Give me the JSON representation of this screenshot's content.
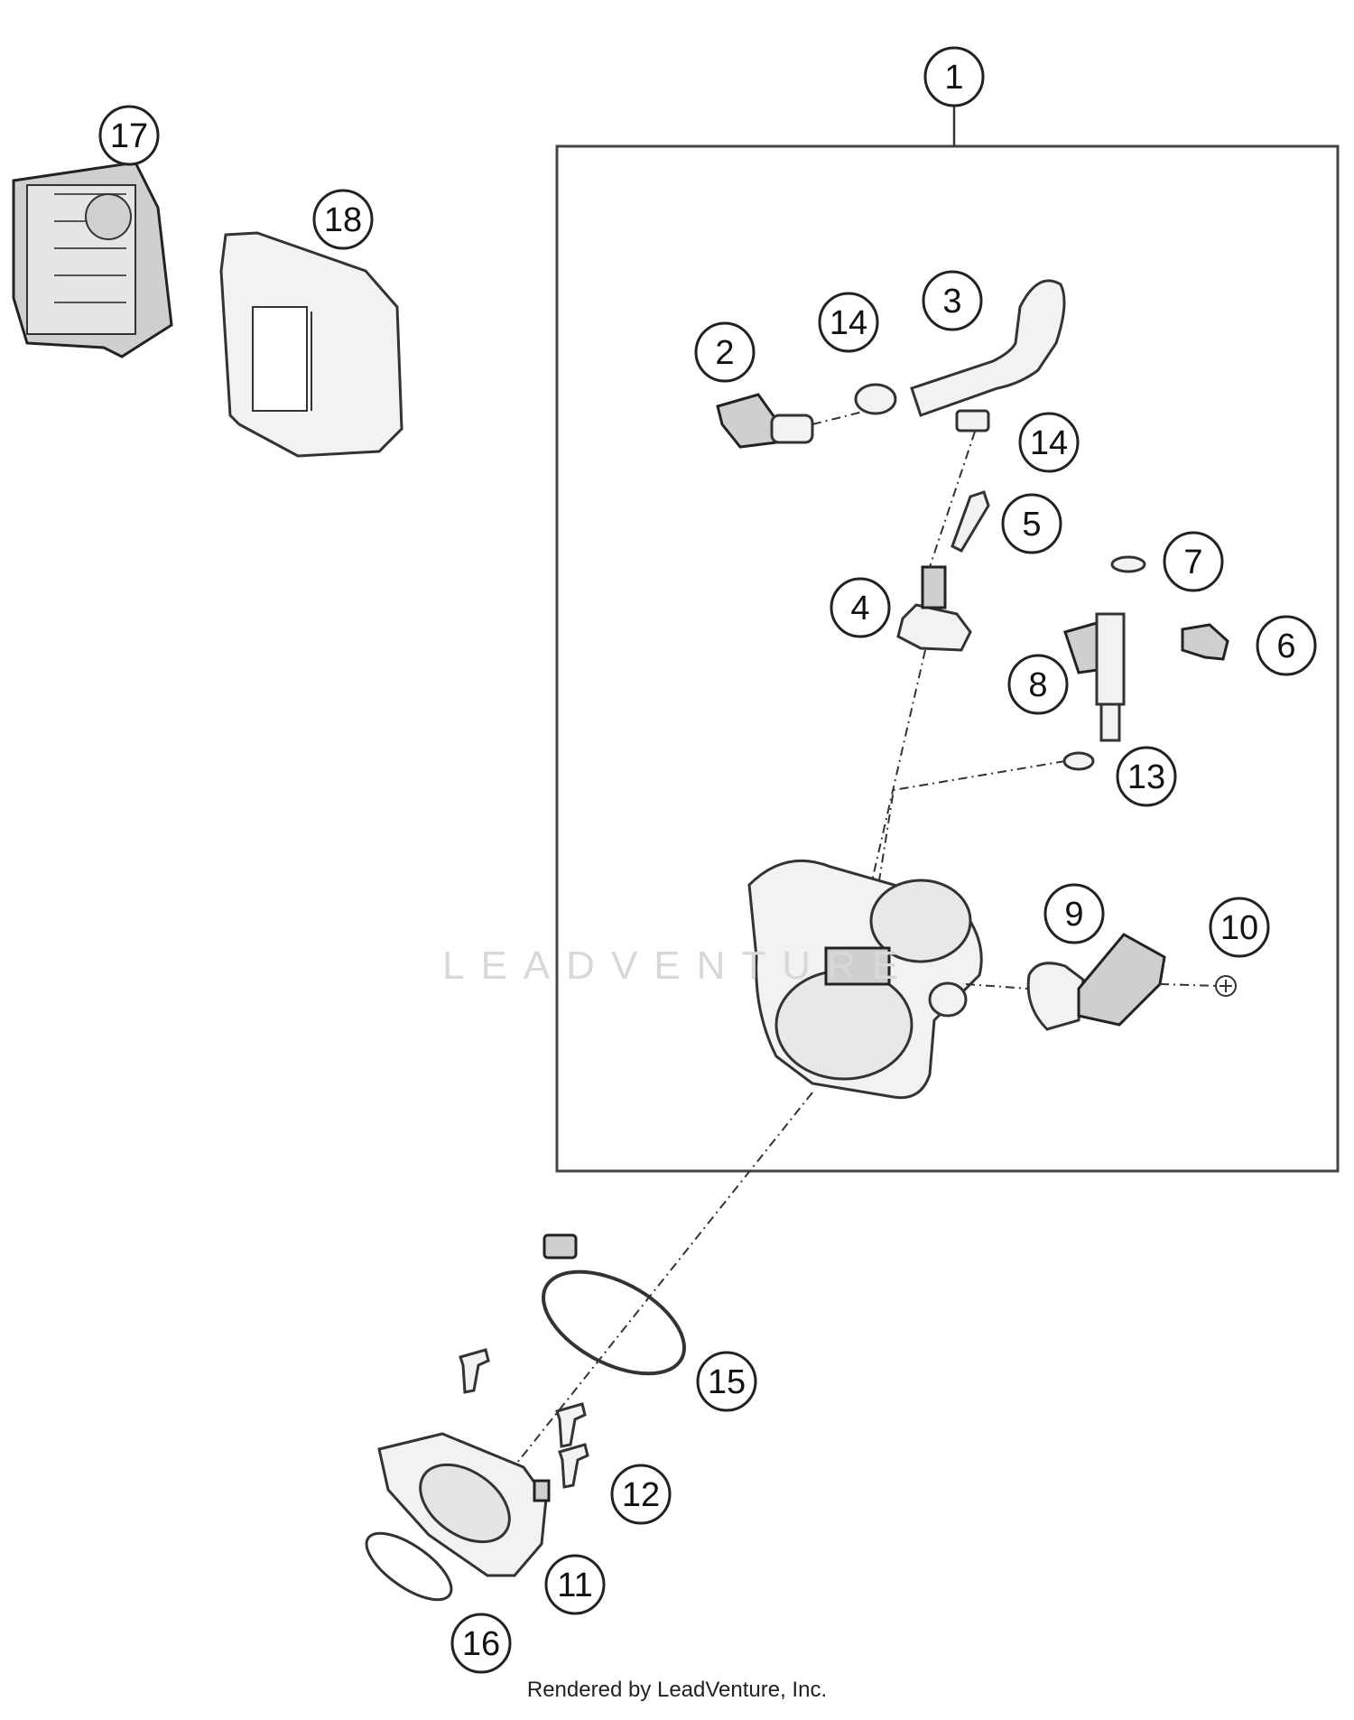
{
  "callouts": [
    {
      "id": "c1",
      "label": "1"
    },
    {
      "id": "c2",
      "label": "2"
    },
    {
      "id": "c3",
      "label": "3"
    },
    {
      "id": "c4",
      "label": "4"
    },
    {
      "id": "c5",
      "label": "5"
    },
    {
      "id": "c6",
      "label": "6"
    },
    {
      "id": "c7",
      "label": "7"
    },
    {
      "id": "c8",
      "label": "8"
    },
    {
      "id": "c9",
      "label": "9"
    },
    {
      "id": "c10",
      "label": "10"
    },
    {
      "id": "c11",
      "label": "11"
    },
    {
      "id": "c12",
      "label": "12"
    },
    {
      "id": "c13",
      "label": "13"
    },
    {
      "id": "c14a",
      "label": "14"
    },
    {
      "id": "c14b",
      "label": "14"
    },
    {
      "id": "c15",
      "label": "15"
    },
    {
      "id": "c16",
      "label": "16"
    },
    {
      "id": "c17",
      "label": "17"
    },
    {
      "id": "c18",
      "label": "18"
    }
  ],
  "watermark": "LEADVENTURE",
  "footer": "Rendered by LeadVenture, Inc."
}
